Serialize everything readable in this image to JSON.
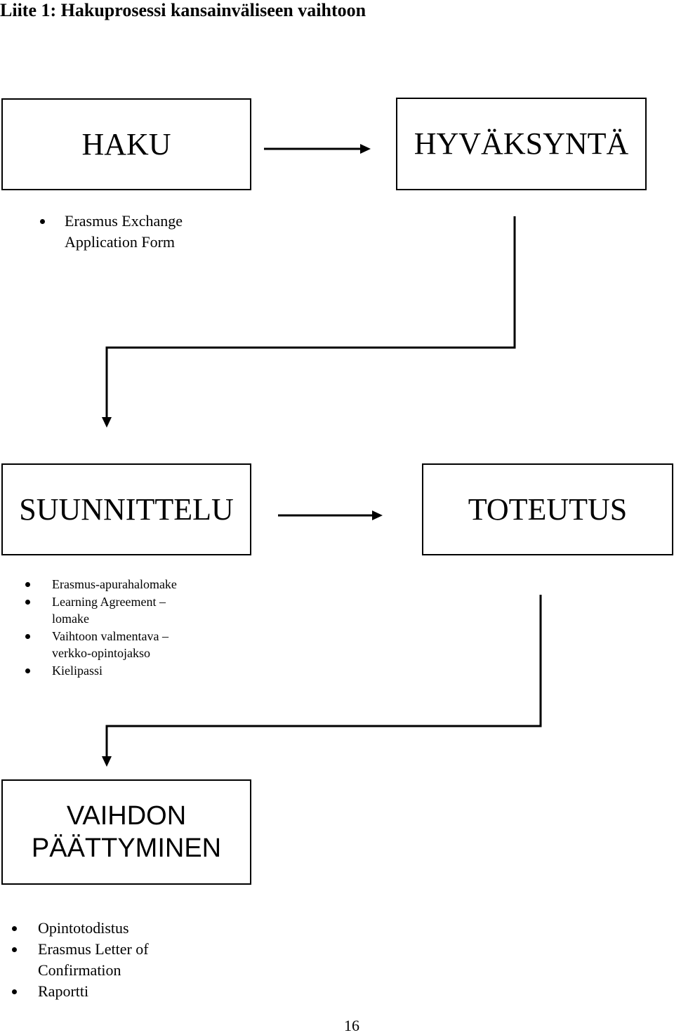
{
  "title": "Liite 1: Hakuprosessi kansainväliseen vaihtoon",
  "boxes": {
    "haku": "HAKU",
    "hyvaksynta": "HYVÄKSYNTÄ",
    "suunnittelu": "SUUNNITTELU",
    "toteutus": "TOTEUTUS",
    "paattyminen_line1": "VAIHDON",
    "paattyminen_line2": "PÄÄTTYMINEN"
  },
  "haku_items": [
    "Erasmus Exchange Application Form"
  ],
  "suunnittelu_items": [
    "Erasmus-apurahalomake",
    "Learning Agreement –lomake",
    "Vaihtoon valmentava – verkko-opintojakso",
    "Kielipassi"
  ],
  "paattyminen_items": [
    "Opintotodistus",
    "Erasmus Letter of Confirmation",
    "Raportti"
  ],
  "page_number": "16"
}
